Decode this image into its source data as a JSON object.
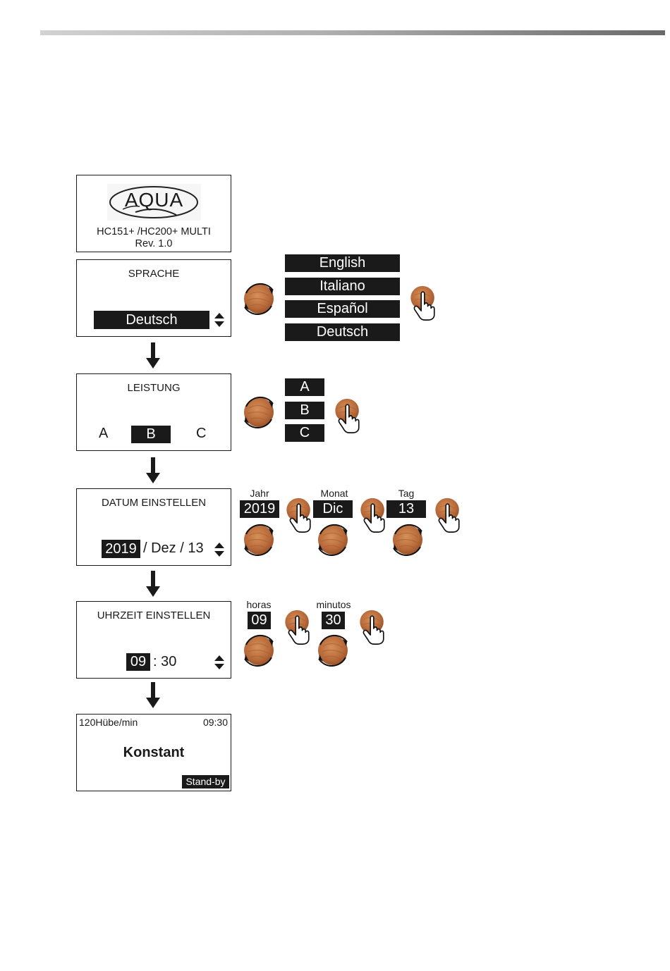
{
  "colors": {
    "black": "#1a1a1a",
    "knob": "#b86a3a",
    "knob_light": "#d28a52"
  },
  "boot": {
    "logo": "AQUA",
    "model": "HC151+ /HC200+ MULTI",
    "rev": "Rev.  1.0"
  },
  "language": {
    "title": "SPRACHE",
    "selected": "Deutsch",
    "options": [
      "English",
      "Italiano",
      "Español",
      "Deutsch"
    ]
  },
  "power": {
    "title": "LEISTUNG",
    "a": "A",
    "b": "B",
    "c": "C",
    "options": [
      "A",
      "B",
      "C"
    ]
  },
  "date": {
    "title": "DATUM EINSTELLEN",
    "year": "2019",
    "rest": "/ Dez / 13",
    "year_label": "Jahr",
    "month_label": "Monat",
    "day_label": "Tag",
    "year_value": "2019",
    "month_value": "Dic",
    "day_value": "13"
  },
  "time": {
    "title": "UHRZEIT EINSTELLEN",
    "hours": "09",
    "sep": ": 30",
    "hours_label": "horas",
    "minutes_label": "minutos",
    "hours_value": "09",
    "minutes_value": "30"
  },
  "main": {
    "rate": "120Hübe/min",
    "clock": "09:30",
    "mode": "Konstant",
    "status": "Stand-by"
  }
}
